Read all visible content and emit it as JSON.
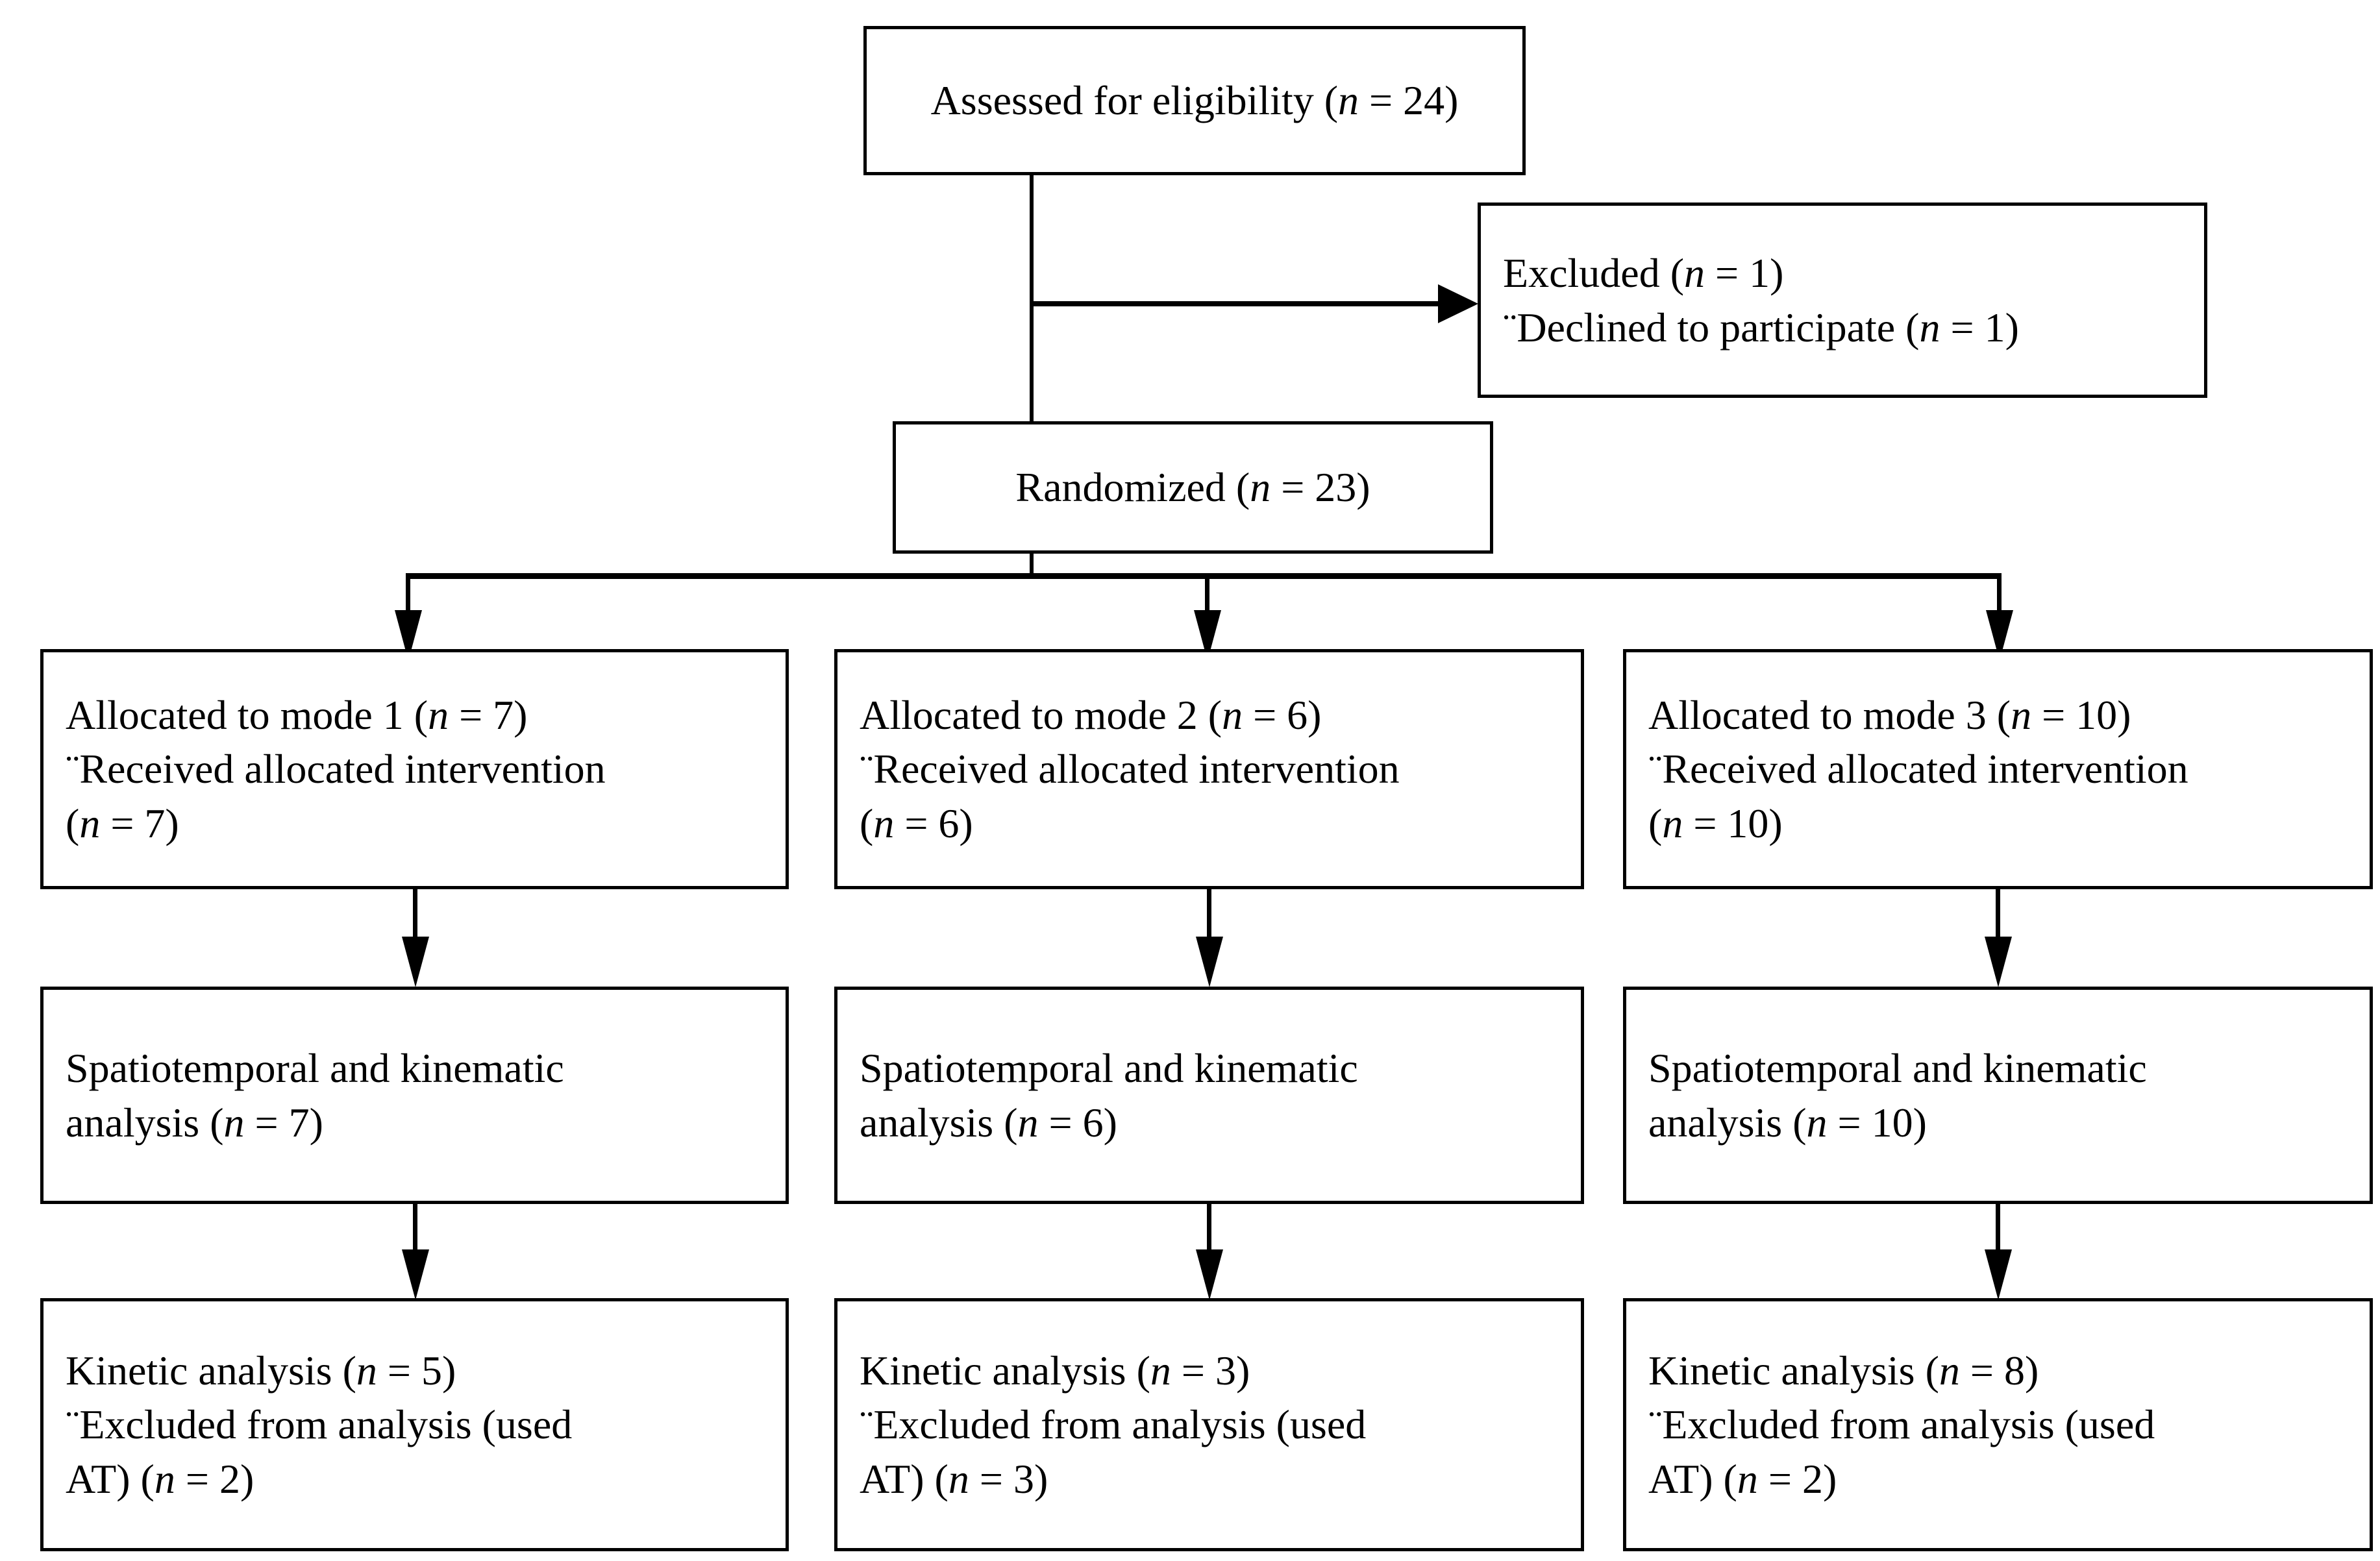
{
  "diagram": {
    "title": "CONSORT participant flow diagram",
    "background_color": "#ffffff",
    "line_color": "#000000",
    "bullet_glyph": "¨"
  },
  "nodes": {
    "assessed": {
      "lines": [
        {
          "pre": "Assessed for eligibility (",
          "italic": "n",
          "post": " = 24)"
        }
      ],
      "plain": "Assessed for eligibility (n = 24)"
    },
    "excluded": {
      "lines": [
        {
          "pre": "Excluded (",
          "italic": "n",
          "post": " = 1)"
        },
        {
          "pre": "¨Declined to participate (",
          "italic": "n",
          "post": " = 1)"
        }
      ],
      "plain": "Excluded (n = 1) / ¨Declined to participate (n = 1)"
    },
    "randomized": {
      "lines": [
        {
          "pre": "Randomized (",
          "italic": "n",
          "post": " = 23)"
        }
      ],
      "plain": "Randomized (n = 23)"
    },
    "allocated_1": {
      "lines": [
        {
          "pre": "Allocated to mode 1 (",
          "italic": "n",
          "post": " = 7)"
        },
        {
          "pre": "¨Received allocated intervention",
          "italic": "",
          "post": ""
        },
        {
          "pre": "(",
          "italic": "n",
          "post": " = 7)"
        }
      ],
      "plain": "Allocated to mode 1 (n = 7) ¨Received allocated intervention (n = 7)"
    },
    "allocated_2": {
      "lines": [
        {
          "pre": "Allocated to mode 2 (",
          "italic": "n",
          "post": " = 6)"
        },
        {
          "pre": "¨Received allocated intervention",
          "italic": "",
          "post": ""
        },
        {
          "pre": "(",
          "italic": "n",
          "post": " = 6)"
        }
      ],
      "plain": "Allocated to mode 2 (n = 6) ¨Received allocated intervention (n = 6)"
    },
    "allocated_3": {
      "lines": [
        {
          "pre": "Allocated to mode 3 (",
          "italic": "n",
          "post": " = 10)"
        },
        {
          "pre": "¨Received allocated intervention",
          "italic": "",
          "post": ""
        },
        {
          "pre": "(",
          "italic": "n",
          "post": " = 10)"
        }
      ],
      "plain": "Allocated to mode 3 (n = 10) ¨Received allocated intervention (n = 10)"
    },
    "spatiotemporal_1": {
      "lines": [
        {
          "pre": "Spatiotemporal and kinematic",
          "italic": "",
          "post": ""
        },
        {
          "pre": "analysis (",
          "italic": "n",
          "post": " = 7)"
        }
      ],
      "plain": "Spatiotemporal and kinematic analysis (n = 7)"
    },
    "spatiotemporal_2": {
      "lines": [
        {
          "pre": "Spatiotemporal and kinematic",
          "italic": "",
          "post": ""
        },
        {
          "pre": "analysis (",
          "italic": "n",
          "post": " = 6)"
        }
      ],
      "plain": "Spatiotemporal and kinematic analysis (n = 6)"
    },
    "spatiotemporal_3": {
      "lines": [
        {
          "pre": "Spatiotemporal and kinematic",
          "italic": "",
          "post": ""
        },
        {
          "pre": "analysis (",
          "italic": "n",
          "post": " = 10)"
        }
      ],
      "plain": "Spatiotemporal and kinematic analysis (n = 10)"
    },
    "kinetic_1": {
      "lines": [
        {
          "pre": "Kinetic analysis (",
          "italic": "n",
          "post": " = 5)"
        },
        {
          "pre": "¨Excluded from analysis (used",
          "italic": "",
          "post": ""
        },
        {
          "pre": "AT) (",
          "italic": "n",
          "post": " = 2)"
        }
      ],
      "plain": "Kinetic analysis (n = 5) ¨Excluded from analysis (used AT) (n = 2)"
    },
    "kinetic_2": {
      "lines": [
        {
          "pre": "Kinetic analysis (",
          "italic": "n",
          "post": " = 3)"
        },
        {
          "pre": "¨Excluded from analysis (used",
          "italic": "",
          "post": ""
        },
        {
          "pre": "AT) (",
          "italic": "n",
          "post": " = 3)"
        }
      ],
      "plain": "Kinetic analysis (n = 3) ¨Excluded from analysis (used AT) (n = 3)"
    },
    "kinetic_3": {
      "lines": [
        {
          "pre": "Kinetic analysis (",
          "italic": "n",
          "post": " = 8)"
        },
        {
          "pre": "¨Excluded from analysis (used",
          "italic": "",
          "post": ""
        },
        {
          "pre": "AT) (",
          "italic": "n",
          "post": " = 2)"
        }
      ],
      "plain": "Kinetic analysis (n = 8) ¨Excluded from analysis (used AT) (n = 2)"
    }
  },
  "counts": {
    "assessed_for_eligibility": 24,
    "excluded_total": 1,
    "declined_to_participate": 1,
    "randomized": 23,
    "mode_1_allocated": 7,
    "mode_1_received": 7,
    "mode_2_allocated": 6,
    "mode_2_received": 6,
    "mode_3_allocated": 10,
    "mode_3_received": 10,
    "mode_1_spatiotemporal": 7,
    "mode_2_spatiotemporal": 6,
    "mode_3_spatiotemporal": 10,
    "mode_1_kinetic": 5,
    "mode_1_kinetic_excluded": 2,
    "mode_2_kinetic": 3,
    "mode_2_kinetic_excluded": 3,
    "mode_3_kinetic": 8,
    "mode_3_kinetic_excluded": 2
  }
}
